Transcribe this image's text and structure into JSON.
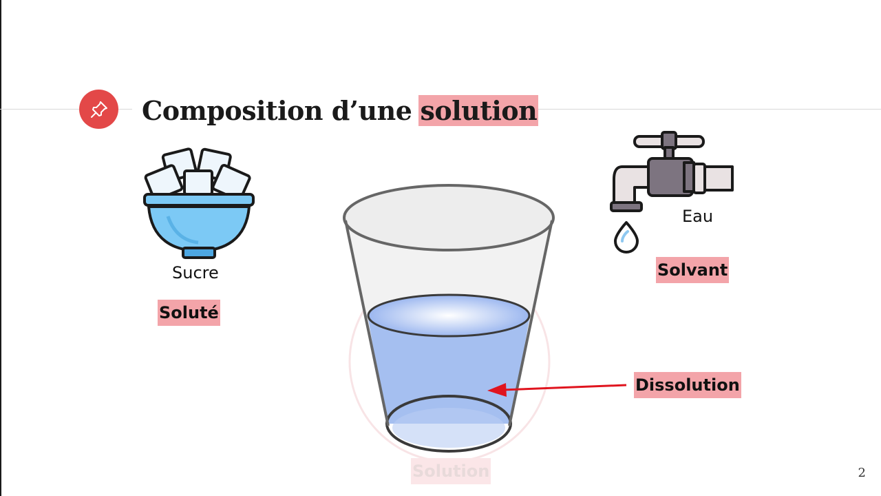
{
  "slide": {
    "title_prefix": "Composition d’une",
    "title_highlight": "solution",
    "page_number": "2"
  },
  "labels": {
    "sucre": "Sucre",
    "solute": "Soluté",
    "eau": "Eau",
    "solvant": "Solvant",
    "dissolution": "Dissolution",
    "solution": "Solution"
  },
  "icons": {
    "header": "pushpin-icon",
    "solute": "sugar-bowl-icon",
    "solvent": "water-tap-icon",
    "drop": "water-drop-icon",
    "glass": "water-glass-icon",
    "arrow": "arrow-icon"
  },
  "colors": {
    "highlight": "#f3a4a9",
    "badge": "#e34848",
    "arrow": "#e0141e",
    "water": "#a5bff0"
  }
}
